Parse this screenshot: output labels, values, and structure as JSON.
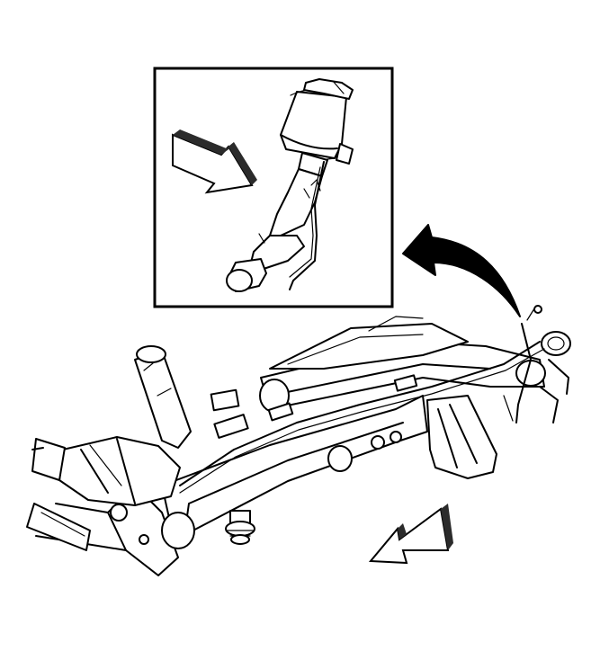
{
  "diagram": {
    "type": "technical-line-illustration",
    "subject": "vehicle-frame-with-exhaust",
    "colors": {
      "line": "#000000",
      "background": "#ffffff",
      "shade": "#2b2b2b"
    },
    "icons": [
      "inset-direction-arrow",
      "zoom-callout-arrow",
      "front-direction-arrow"
    ]
  }
}
